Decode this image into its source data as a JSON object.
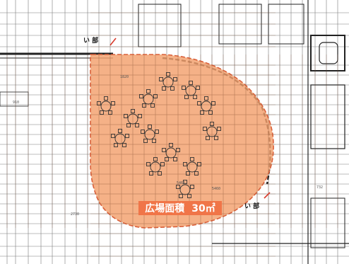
{
  "area_label": {
    "name": "広場面積",
    "value": "30㎡"
  },
  "section_marks": {
    "top": "い 部",
    "bottom": "い 部"
  },
  "dimension_labels": [
    "5460",
    "5460",
    "1820",
    "2730",
    "910",
    "732"
  ],
  "colors": {
    "plaza_fill": "#f3a06d",
    "plaza_edge": "#d9603a",
    "label_bg": "#f07548",
    "grid_line": "#6d6d6d",
    "wall": "#222222"
  }
}
